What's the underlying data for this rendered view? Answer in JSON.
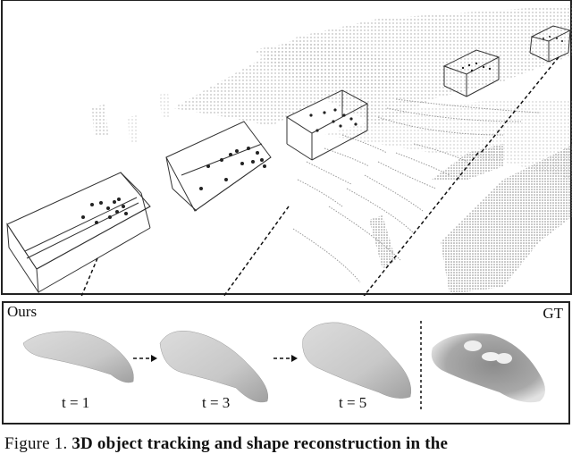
{
  "figure": {
    "top_panel": {
      "description": "LiDAR point cloud scene with tracked 3D bounding boxes",
      "boxes": [
        {
          "id": "box-t1",
          "frame": 1
        },
        {
          "id": "box-t2",
          "frame": 2
        },
        {
          "id": "box-t3",
          "frame": 3
        },
        {
          "id": "box-t4",
          "frame": 4
        },
        {
          "id": "box-t5",
          "frame": 5
        }
      ]
    },
    "bottom_panel": {
      "left_label": "Ours",
      "right_label": "GT",
      "steps": [
        {
          "label": "t = 1"
        },
        {
          "label": "t = 3"
        },
        {
          "label": "t = 5"
        }
      ]
    },
    "caption": {
      "prefix": "Figure 1.",
      "bold_text": "3D object tracking and shape reconstruction in the"
    }
  }
}
